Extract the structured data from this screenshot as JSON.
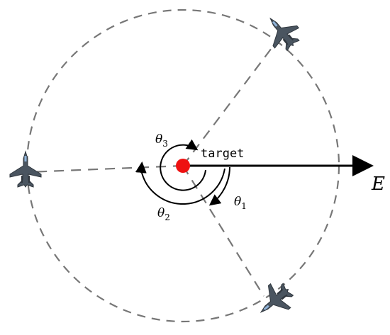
{
  "labels": {
    "target": "target",
    "east": "E",
    "theta1": "θ",
    "theta1_sub": "1",
    "theta2": "θ",
    "theta2_sub": "2",
    "theta3": "θ",
    "theta3_sub": "3"
  },
  "colors": {
    "target_dot": "#ee1111",
    "dashed_line": "#777777",
    "arrow": "#000000",
    "jet_body": "#4a5560",
    "jet_dark": "#2f363d",
    "jet_accent": "#8fb3d9"
  },
  "icons": {
    "aircraft": "fighter-jet-icon",
    "target": "target-dot-icon"
  }
}
